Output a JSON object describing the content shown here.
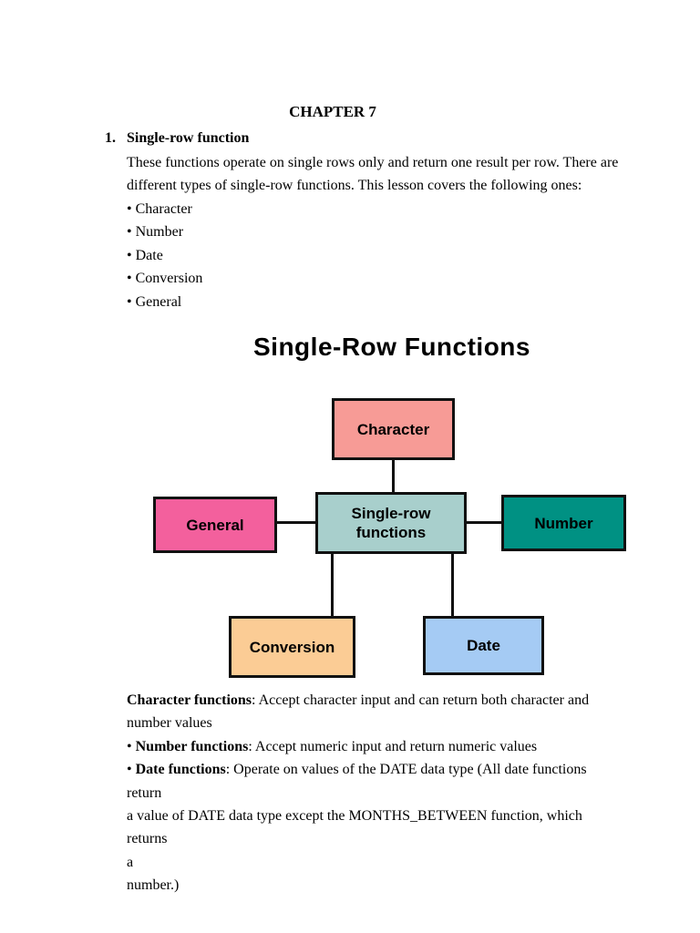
{
  "document": {
    "chapter_title": "CHAPTER 7",
    "section_number": "1.",
    "section_heading": "Single-row function",
    "paragraph_lines": [
      "These functions operate on single rows only and return one result per row. There are",
      "different types of single-row functions. This lesson covers the following ones:"
    ],
    "bullet_char": "• ",
    "bullets": [
      "Character",
      "Number",
      "Date",
      "Conversion",
      "General"
    ],
    "notes": [
      {
        "prefix": "",
        "bold": "Character functions",
        "rest": ": Accept character input and can return both character and"
      },
      {
        "prefix": "",
        "bold": "",
        "rest": "number values"
      },
      {
        "prefix": "• ",
        "bold": "Number functions",
        "rest": ": Accept numeric input and return numeric values"
      },
      {
        "prefix": "• ",
        "bold": "Date functions",
        "rest": ": Operate on values of the DATE data type (All date functions return"
      },
      {
        "prefix": "",
        "bold": "",
        "rest": "a value of DATE data type except the MONTHS_BETWEEN function, which returns"
      },
      {
        "prefix": "",
        "bold": "",
        "rest": "a"
      },
      {
        "prefix": "",
        "bold": "",
        "rest": "number.)"
      }
    ]
  },
  "diagram": {
    "title": "Single-Row Functions",
    "line_color": "#111111",
    "text_color": "#000000",
    "boxes": {
      "character": {
        "label": "Character",
        "fill": "#F79B96"
      },
      "general": {
        "label": "General",
        "fill": "#F3609D"
      },
      "center": {
        "label_line1": "Single-row",
        "label_line2": "functions",
        "fill": "#A8CFCC"
      },
      "number": {
        "label": "Number",
        "fill": "#009183"
      },
      "conversion": {
        "label": "Conversion",
        "fill": "#FBCC95"
      },
      "date": {
        "label": "Date",
        "fill": "#A5CBF4"
      }
    }
  }
}
